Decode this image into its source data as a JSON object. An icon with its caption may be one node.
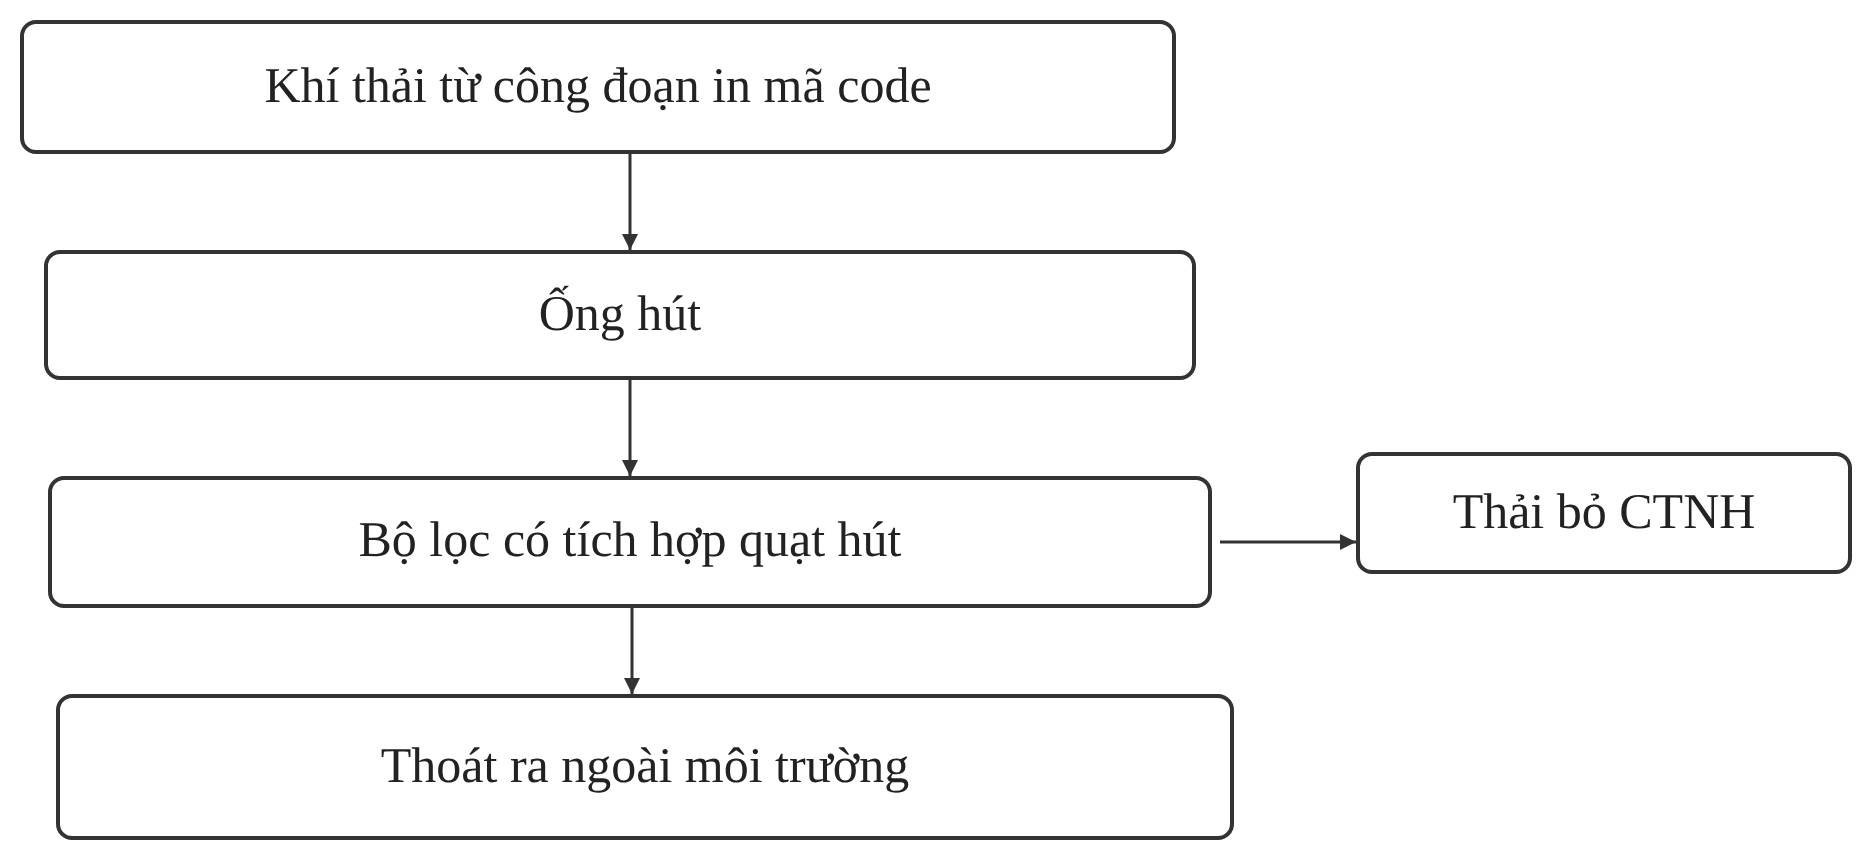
{
  "diagram": {
    "nodes": [
      {
        "text": [
          "Khí thải từ công đoạn in mã code"
        ]
      },
      {
        "text": [
          "Ống hút"
        ]
      },
      {
        "text": [
          "Bộ lọc có tích hợp quạt hút"
        ]
      },
      {
        "text": [
          "Thoát ra ngoài môi trường"
        ]
      },
      {
        "text": [
          "Thải bỏ CTNH"
        ]
      }
    ],
    "edges": [
      {
        "from": 0,
        "to": 1,
        "arrow": "to"
      },
      {
        "from": 1,
        "to": 2,
        "arrow": "to"
      },
      {
        "from": 2,
        "to": 4,
        "arrow": "to"
      },
      {
        "from": 2,
        "to": 3,
        "arrow": "to"
      }
    ]
  }
}
